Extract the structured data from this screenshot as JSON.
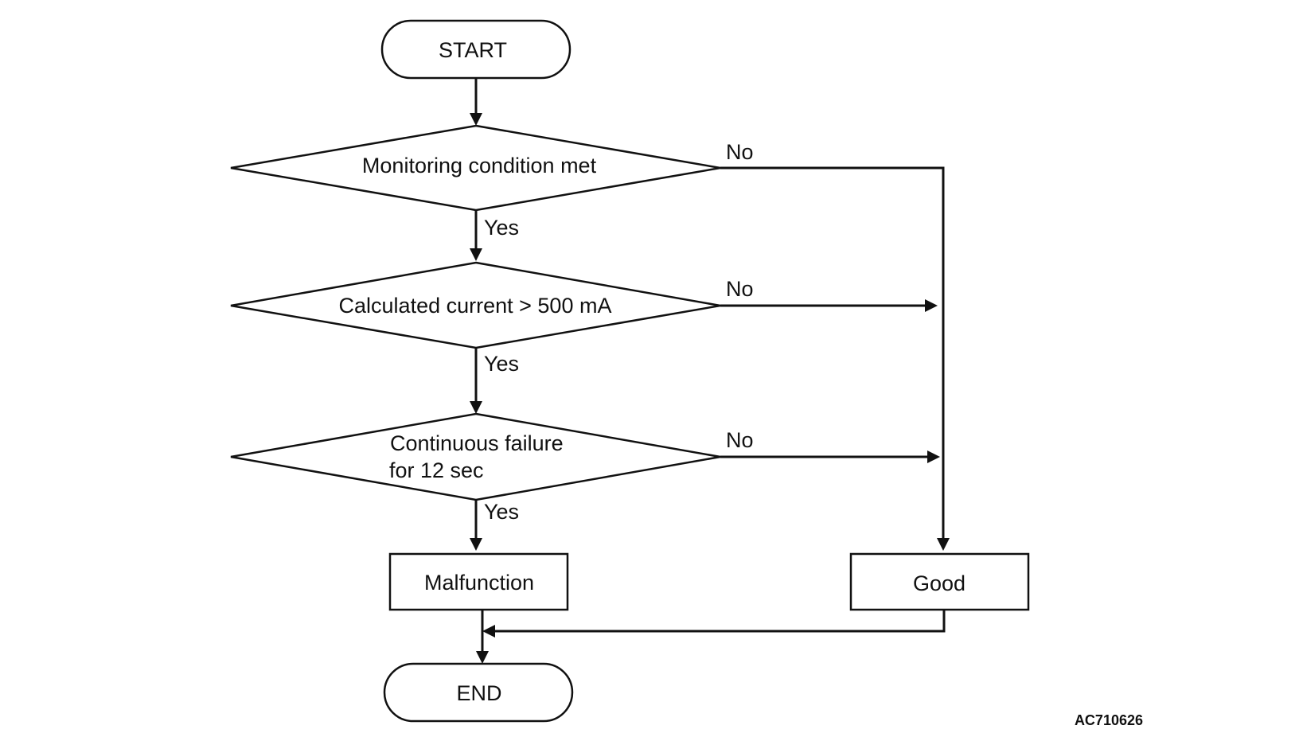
{
  "nodes": {
    "start": "START",
    "decision1": "Monitoring condition met",
    "decision2": "Calculated current > 500 mA",
    "decision3_line1": "Continuous failure",
    "decision3_line2": "for 12 sec",
    "malfunction": "Malfunction",
    "good": "Good",
    "end": "END"
  },
  "edge_labels": {
    "yes1": "Yes",
    "yes2": "Yes",
    "yes3": "Yes",
    "no1": "No",
    "no2": "No",
    "no3": "No"
  },
  "figure_code": "AC710626"
}
